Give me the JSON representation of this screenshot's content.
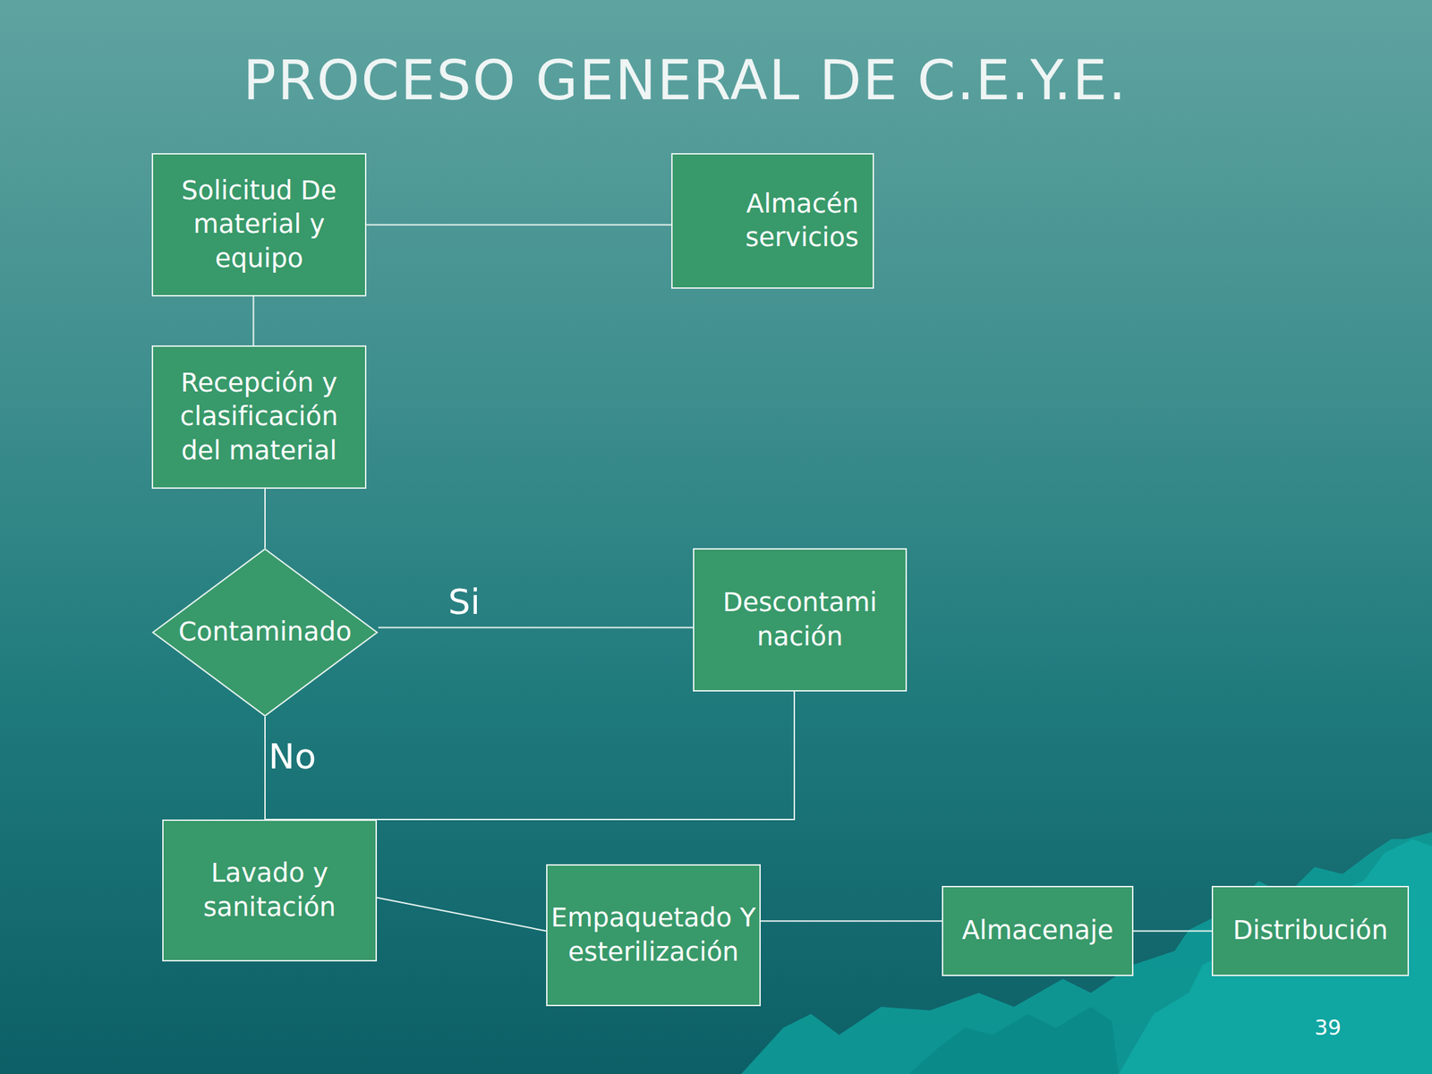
{
  "diagram": {
    "title": "PROCESO GENERAL DE C.E.Y.E.",
    "nodes": [
      {
        "text": [
          "Solicitud De material y equipo"
        ]
      },
      {
        "text": [
          "Almacén servicios"
        ]
      },
      {
        "text": [
          "Recepción y clasificación del material"
        ]
      },
      {
        "text": [
          "Contaminado"
        ]
      },
      {
        "text": [
          "Descontami nación"
        ]
      },
      {
        "text": [
          "Lavado y sanitación"
        ]
      },
      {
        "text": [
          "Empaquetado Y esterilización"
        ]
      },
      {
        "text": [
          "Almacenaje"
        ]
      },
      {
        "text": [
          "Distribución"
        ]
      }
    ],
    "edges": [
      {
        "from": 0,
        "to": 1,
        "arrow": "none"
      },
      {
        "from": 0,
        "to": 2,
        "arrow": "none"
      },
      {
        "from": 2,
        "to": 3,
        "arrow": "none"
      },
      {
        "from": 3,
        "to": 4,
        "label": "Si",
        "arrow": "none"
      },
      {
        "from": 3,
        "to": 5,
        "label": "No",
        "arrow": "none"
      },
      {
        "from": 4,
        "to": 5,
        "arrow": "none"
      },
      {
        "from": 5,
        "to": 6,
        "arrow": "none"
      },
      {
        "from": 6,
        "to": 7,
        "arrow": "none"
      },
      {
        "from": 7,
        "to": 8,
        "arrow": "none"
      }
    ],
    "labels": [
      "39"
    ]
  }
}
